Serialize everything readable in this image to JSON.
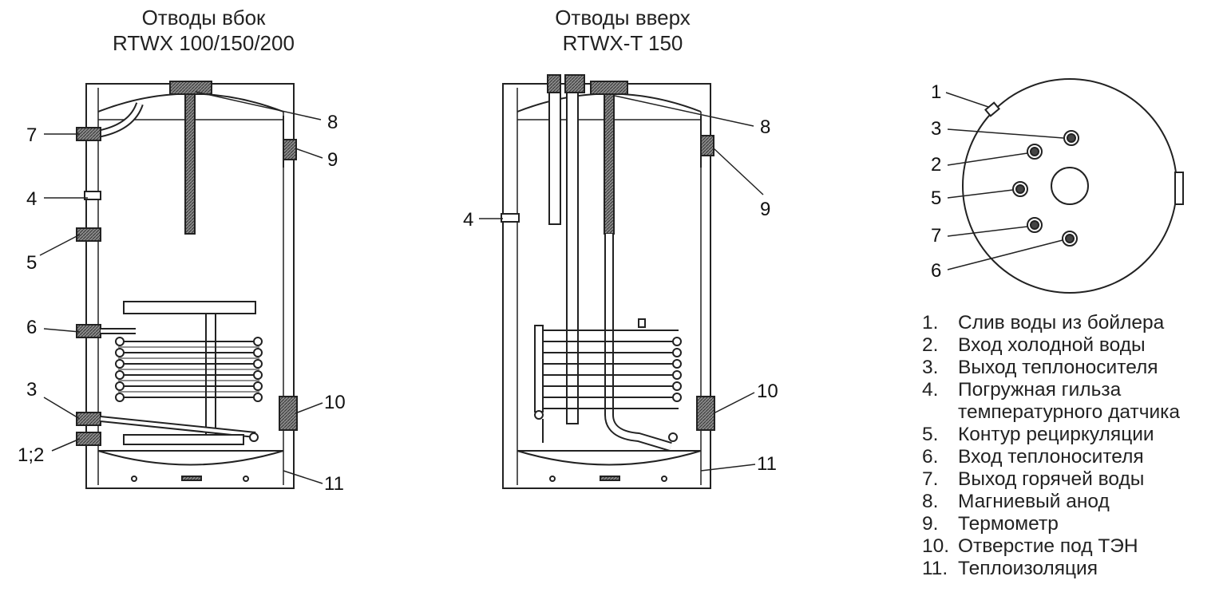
{
  "left_title": {
    "line1": "Отводы вбок",
    "line2": "RTWX 100/150/200"
  },
  "right_title": {
    "line1": "Отводы вверх",
    "line2": "RTWX-T 150"
  },
  "left_callouts": [
    "7",
    "8",
    "9",
    "4",
    "5",
    "6",
    "10",
    "3",
    "1;2",
    "11"
  ],
  "right_callouts": [
    "8",
    "4",
    "9",
    "10",
    "11"
  ],
  "top_view_callouts": [
    "1",
    "3",
    "2",
    "5",
    "7",
    "6"
  ],
  "legend": [
    {
      "num": "1.",
      "text": "Слив воды из бойлера"
    },
    {
      "num": "2.",
      "text": "Вход холодной воды"
    },
    {
      "num": "3.",
      "text": "Выход теплоносителя"
    },
    {
      "num": "4.",
      "text": "Погружная гильза",
      "cont": "температурного датчика"
    },
    {
      "num": "5.",
      "text": "Контур рециркуляции"
    },
    {
      "num": "6.",
      "text": "Вход теплоносителя"
    },
    {
      "num": "7.",
      "text": "Выход горячей воды"
    },
    {
      "num": "8.",
      "text": "Магниевый анод"
    },
    {
      "num": "9.",
      "text": "Термометр"
    },
    {
      "num": "10.",
      "text": "Отверстие под ТЭН"
    },
    {
      "num": "11.",
      "text": "Теплоизоляция"
    }
  ],
  "colors": {
    "line": "#222222",
    "fill": "#ffffff",
    "shade": "#9a9a9a",
    "text": "#111111"
  }
}
